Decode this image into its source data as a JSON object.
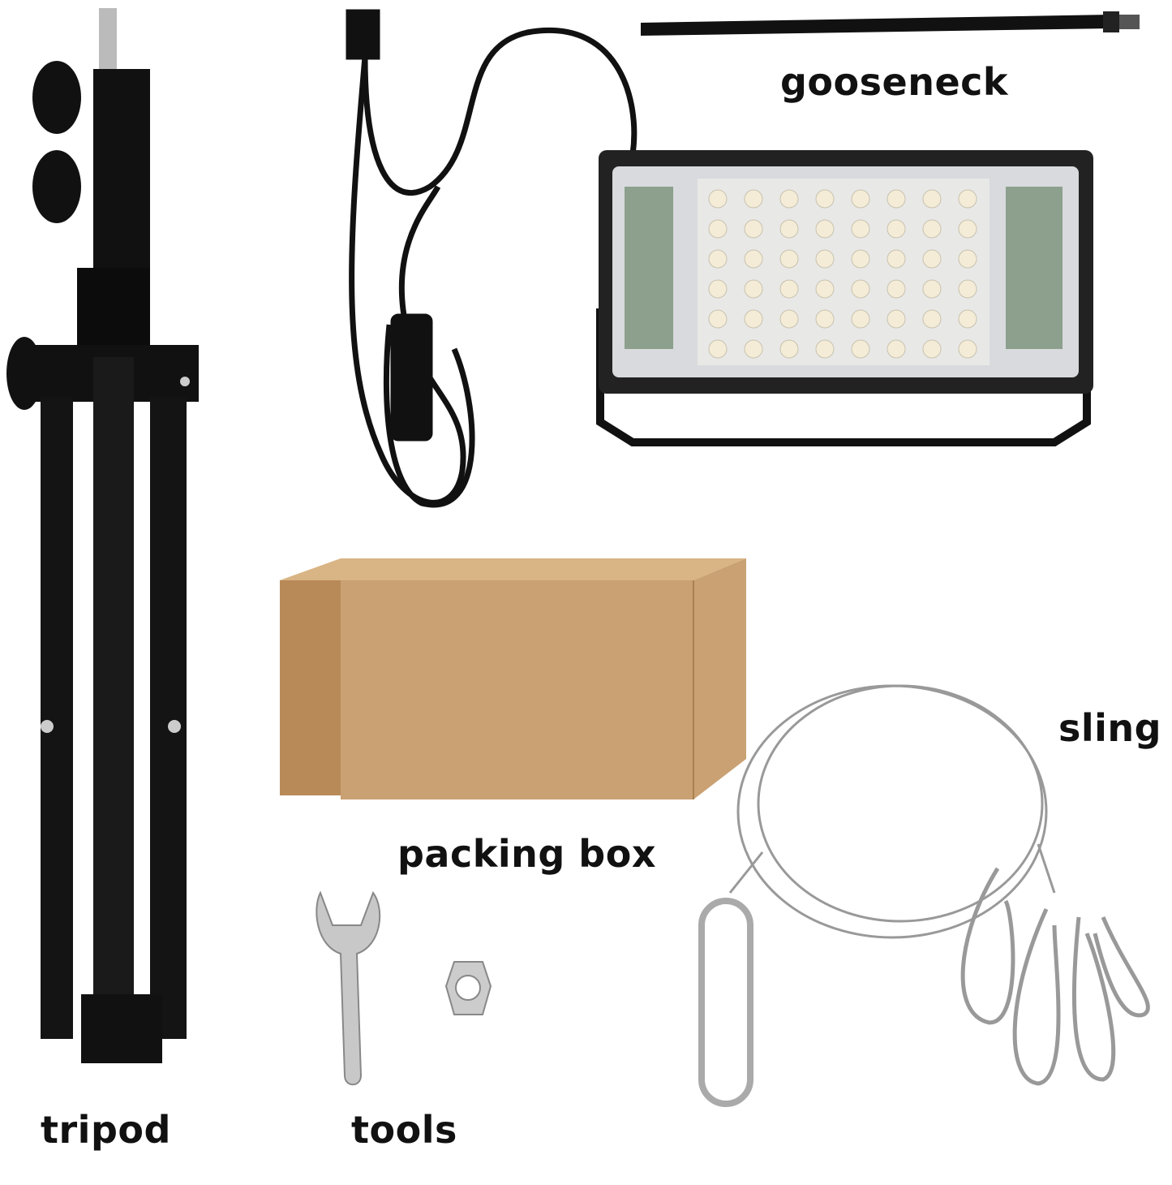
{
  "labels": {
    "gooseneck": "gooseneck",
    "sling": "sling",
    "packing_box": "packing box",
    "tripod": "tripod",
    "tools": "tools"
  },
  "colors": {
    "background": "#ffffff",
    "box": "#c9a173",
    "metal": "#111111",
    "wire": "#9a9a9a"
  }
}
